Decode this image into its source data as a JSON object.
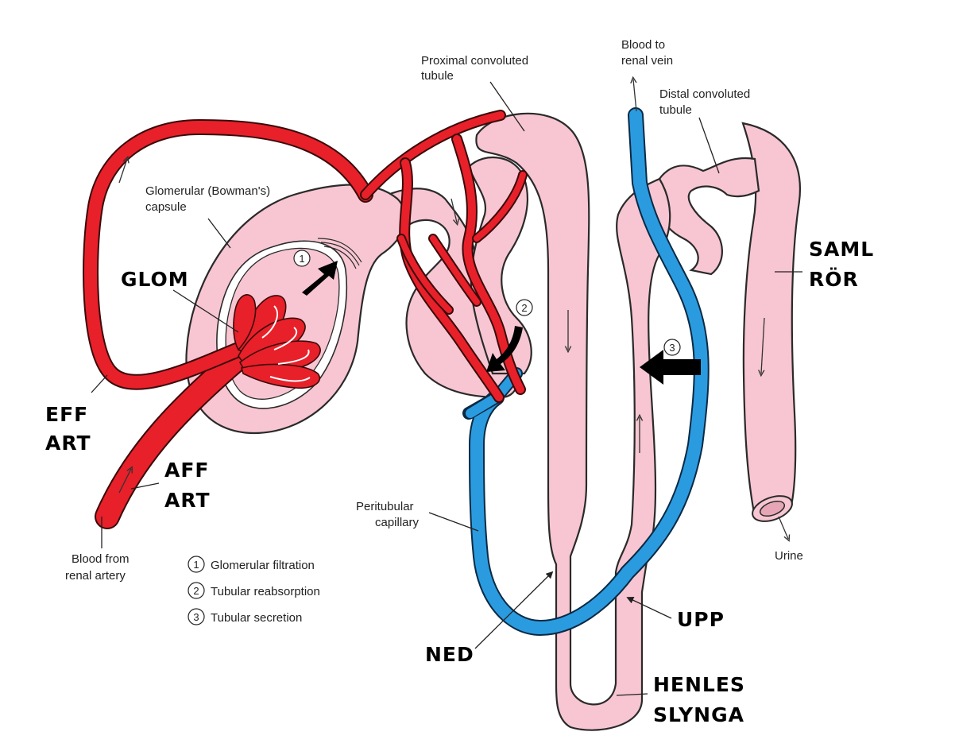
{
  "labels": {
    "blood_to_renal_vein": [
      "Blood to",
      "renal vein"
    ],
    "proximal_convoluted_tubule": [
      "Proximal convoluted",
      "tubule"
    ],
    "distal_convoluted_tubule": [
      "Distal convoluted",
      "tubule"
    ],
    "glomerular_capsule": [
      "Glomerular (Bowman's)",
      "capsule"
    ],
    "peritubular_capillary": [
      "Peritubular",
      "capillary"
    ],
    "blood_from_renal_artery": [
      "Blood from",
      "renal artery"
    ],
    "urine": "Urine"
  },
  "bold_labels": {
    "glom": "GLOM",
    "eff_art": [
      "EFF",
      "ART"
    ],
    "aff_art": [
      "AFF",
      "ART"
    ],
    "saml_ror": [
      "SAML",
      "RÖR"
    ],
    "ned": "NED",
    "upp": "UPP",
    "henles_slynga": [
      "HENLES",
      "SLYNGA"
    ]
  },
  "process_markers": [
    "1",
    "2",
    "3"
  ],
  "legend": [
    {
      "number": "1",
      "text": "Glomerular filtration"
    },
    {
      "number": "2",
      "text": "Tubular reabsorption"
    },
    {
      "number": "3",
      "text": "Tubular secretion"
    }
  ],
  "colors": {
    "tubule": "#f7c6d2",
    "arterial_blood": "#e8202a",
    "venous_blood": "#2b9be0",
    "process_arrow": "#000000"
  }
}
